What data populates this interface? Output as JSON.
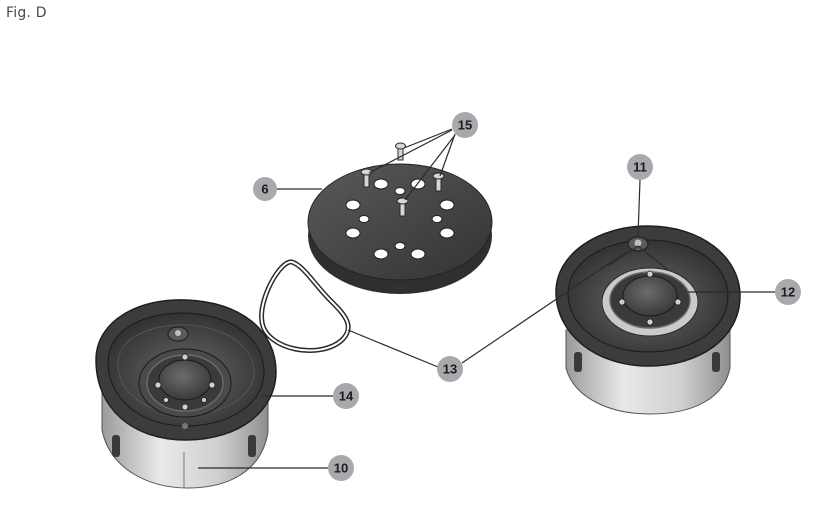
{
  "figure": {
    "title": "Fig. D"
  },
  "callouts": [
    {
      "id": "6",
      "label": "6"
    },
    {
      "id": "15",
      "label": "15"
    },
    {
      "id": "11",
      "label": "11"
    },
    {
      "id": "12",
      "label": "12"
    },
    {
      "id": "13",
      "label": "13"
    },
    {
      "id": "14",
      "label": "14"
    },
    {
      "id": "10",
      "label": "10"
    }
  ],
  "colors": {
    "callout_fill": "#a7a9ac",
    "leader_line": "#2b2b2b",
    "dark_part": "#3a3a3a",
    "housing": "#c9cacb"
  }
}
